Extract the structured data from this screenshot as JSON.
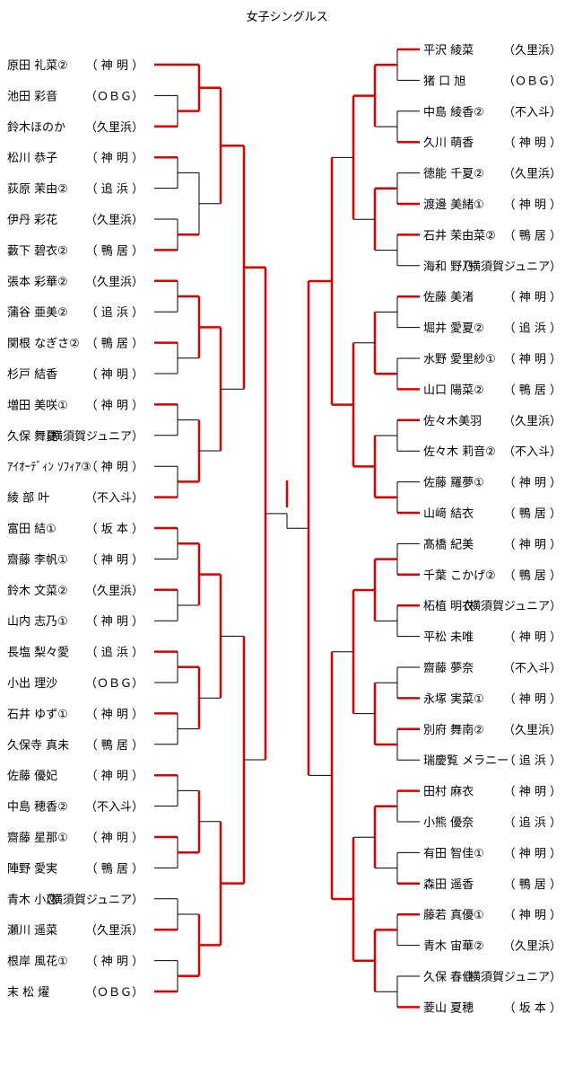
{
  "title": "女子シングルス",
  "colors": {
    "win": "#e00000",
    "line": "#000000"
  },
  "left": [
    {
      "name": "原田 礼菜②",
      "club": "（ 神 明 ）"
    },
    {
      "name": "池田 彩音",
      "club": "（ＯＢＧ）"
    },
    {
      "name": "鈴木ほのか",
      "club": "（久里浜）"
    },
    {
      "name": "松川 恭子",
      "club": "（ 神 明 ）"
    },
    {
      "name": "荻原 茉由②",
      "club": "（ 追 浜 ）"
    },
    {
      "name": "伊丹 彩花",
      "club": "（久里浜）"
    },
    {
      "name": "藪下 碧衣②",
      "club": "（ 鴨 居 ）"
    },
    {
      "name": "張本 彩華②",
      "club": "（久里浜）"
    },
    {
      "name": "蒲谷 亜美②",
      "club": "（ 追 浜 ）"
    },
    {
      "name": "関根 なぎさ②",
      "club": "（ 鴨 居 ）"
    },
    {
      "name": "杉戸 結香",
      "club": "（ 神 明 ）"
    },
    {
      "name": "増田 美咲①",
      "club": "（ 神 明 ）"
    },
    {
      "name": "久保 舞夏",
      "club": "（横須賀ジュニア）"
    },
    {
      "name": "ｱｲｵｰﾃﾞｨﾝ ｿﾌｨｱ③",
      "club": "（ 神 明 ）"
    },
    {
      "name": "綾 部  叶",
      "club": "（不入斗）"
    },
    {
      "name": "富田 結①",
      "club": "（ 坂 本 ）"
    },
    {
      "name": "齋藤 李帆①",
      "club": "（ 神 明 ）"
    },
    {
      "name": "鈴木 文菜②",
      "club": "（久里浜）"
    },
    {
      "name": "山内 志乃①",
      "club": "（ 神 明 ）"
    },
    {
      "name": "長塩 梨々愛",
      "club": "（ 追 浜 ）"
    },
    {
      "name": "小出 理沙",
      "club": "（ＯＢＧ）"
    },
    {
      "name": "石井 ゆず①",
      "club": "（ 神 明 ）"
    },
    {
      "name": "久保寺 真未",
      "club": "（ 鴨 居 ）"
    },
    {
      "name": "佐藤 優妃",
      "club": "（ 神 明 ）"
    },
    {
      "name": "中島 穂香②",
      "club": "（不入斗）"
    },
    {
      "name": "齋藤 星那①",
      "club": "（ 神 明 ）"
    },
    {
      "name": "陣野 愛実",
      "club": "（ 鴨 居 ）"
    },
    {
      "name": "青木 小恋",
      "club": "（横須賀ジュニア）"
    },
    {
      "name": "瀬川 遥菜",
      "club": "（久里浜）"
    },
    {
      "name": "根岸 風花①",
      "club": "（ 神 明 ）"
    },
    {
      "name": "末 松  燿",
      "club": "（ＯＢＧ）"
    }
  ],
  "right": [
    {
      "name": "平沢 綾菜",
      "club": "（久里浜）"
    },
    {
      "name": "猪 口  旭",
      "club": "（ＯＢＧ）"
    },
    {
      "name": "中島 綾香②",
      "club": "（不入斗）"
    },
    {
      "name": "久川 萌香",
      "club": "（ 神 明 ）"
    },
    {
      "name": "徳能 千夏②",
      "club": "（久里浜）"
    },
    {
      "name": "渡邊 美緒①",
      "club": "（ 神 明 ）"
    },
    {
      "name": "石井 茉由菜②",
      "club": "（ 鴨 居 ）"
    },
    {
      "name": "海和 野乃",
      "club": "（横須賀ジュニア）"
    },
    {
      "name": "佐藤 美渚",
      "club": "（ 神 明 ）"
    },
    {
      "name": "堀井 愛夏②",
      "club": "（ 追 浜 ）"
    },
    {
      "name": "水野 愛里紗①",
      "club": "（ 神 明 ）"
    },
    {
      "name": "山口 陽菜②",
      "club": "（ 鴨 居 ）"
    },
    {
      "name": "佐々木美羽",
      "club": "（久里浜）"
    },
    {
      "name": "佐々木 莉音②",
      "club": "（不入斗）"
    },
    {
      "name": "佐藤 羅夢①",
      "club": "（ 神 明 ）"
    },
    {
      "name": "山﨑 結衣",
      "club": "（ 鴨 居 ）"
    },
    {
      "name": "髙橋 紀美",
      "club": "（ 神 明 ）"
    },
    {
      "name": "千葉 こかげ②",
      "club": "（ 鴨 居 ）"
    },
    {
      "name": "柘植 明衣",
      "club": "（横須賀ジュニア）"
    },
    {
      "name": "平松 未唯",
      "club": "（ 神 明 ）"
    },
    {
      "name": "齋藤 夢奈",
      "club": "（不入斗）"
    },
    {
      "name": "永塚 実菜①",
      "club": "（ 神 明 ）"
    },
    {
      "name": "別府 舞南②",
      "club": "（久里浜）"
    },
    {
      "name": "瑞慶覧 メラニー",
      "club": "（ 追 浜 ）"
    },
    {
      "name": "田村 麻衣",
      "club": "（ 神 明 ）"
    },
    {
      "name": "小熊 優奈",
      "club": "（ 追 浜 ）"
    },
    {
      "name": "有田 智佳①",
      "club": "（ 神 明 ）"
    },
    {
      "name": "森田 遥香",
      "club": "（ 鴨 居 ）"
    },
    {
      "name": "藤若 真優①",
      "club": "（ 神 明 ）"
    },
    {
      "name": "青木 宙華②",
      "club": "（久里浜）"
    },
    {
      "name": "久保 春佳",
      "club": "（横須賀ジュニア）"
    },
    {
      "name": "菱山 夏穂",
      "club": "（ 坂 本 ）"
    }
  ]
}
